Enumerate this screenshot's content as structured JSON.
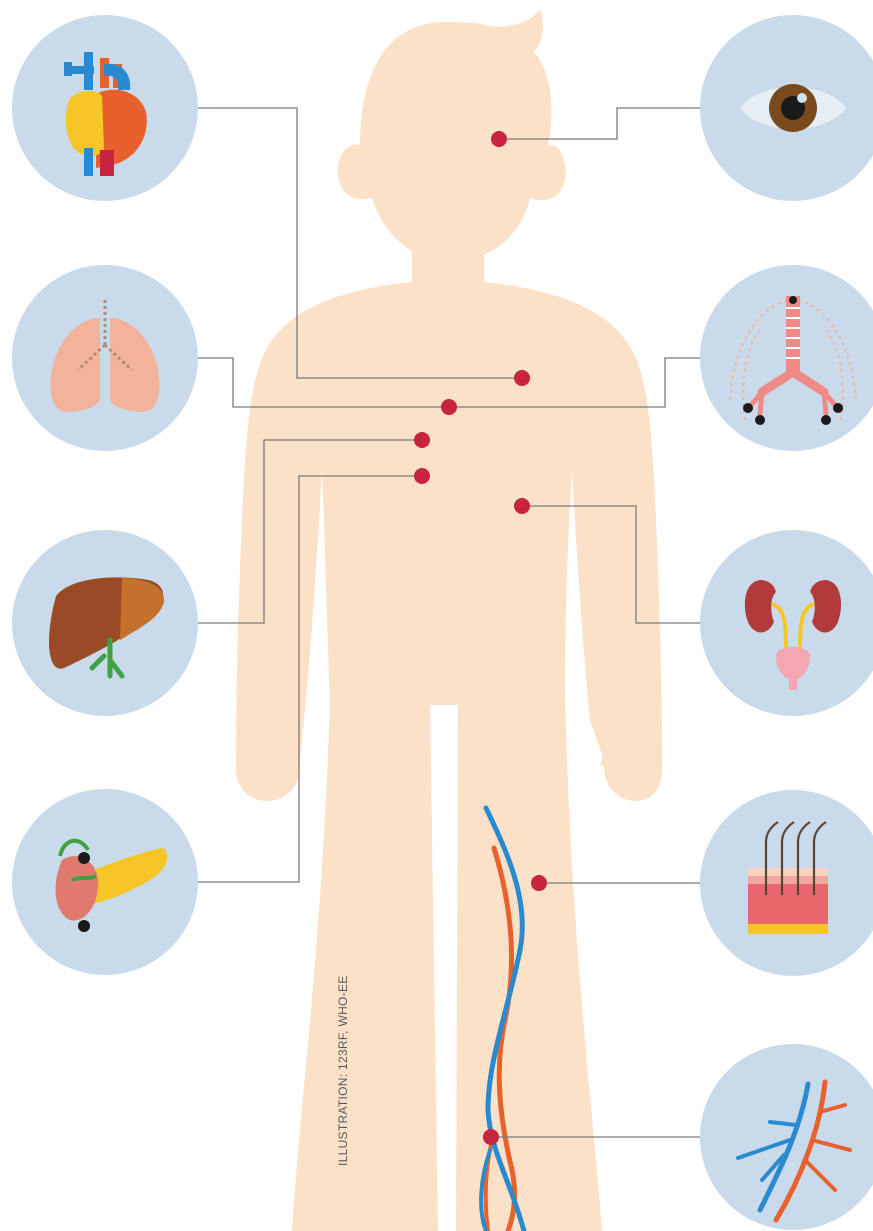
{
  "credit": "ILLUSTRATION: 123RF, WHO-EE",
  "colors": {
    "body": "#FBE1C8",
    "circle": "#C9DAEA",
    "marker": "#C8243F",
    "connector": "#7A7A7A",
    "artery": "#E8612C",
    "vein": "#2A8AD0",
    "liver": "#9A4A24",
    "kidney": "#B33A3A",
    "lung": "#F2B39A",
    "pancreas": "#F6C629"
  },
  "icons": [
    {
      "name": "heart-icon",
      "side": "left"
    },
    {
      "name": "lungs-icon",
      "side": "left"
    },
    {
      "name": "liver-icon",
      "side": "left"
    },
    {
      "name": "pancreas-icon",
      "side": "left"
    },
    {
      "name": "eye-icon",
      "side": "right"
    },
    {
      "name": "airways-icon",
      "side": "right"
    },
    {
      "name": "kidneys-icon",
      "side": "right"
    },
    {
      "name": "skin-icon",
      "side": "right"
    },
    {
      "name": "blood-vessels-icon",
      "side": "right"
    }
  ]
}
